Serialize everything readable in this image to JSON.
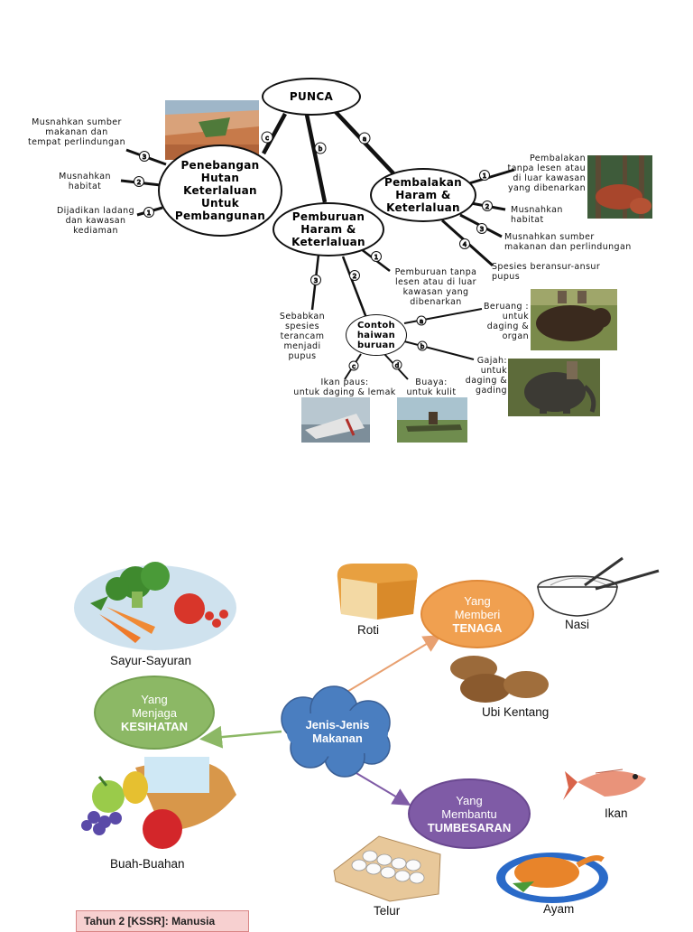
{
  "diagram1": {
    "root": "PUNCA",
    "branch_c": {
      "marker": "c",
      "title": "Penebangan\nHutan\nKeterlaluan\nUntuk\nPembangunan",
      "items": [
        {
          "num": "3",
          "text": "Musnahkan sumber\nmakanan dan\ntempat perlindungan"
        },
        {
          "num": "2",
          "text": "Musnahkan\nhabitat"
        },
        {
          "num": "1",
          "text": "Dijadikan ladang\ndan kawasan\nkediaman"
        }
      ]
    },
    "branch_b": {
      "marker": "b",
      "title": "Pemburuan\nHaram &\nKeterlaluan",
      "item1": {
        "num": "1",
        "text": "Pemburuan tanpa\nlesen atau di luar\nkawasan yang\ndibenarkan"
      },
      "item3": {
        "num": "3",
        "text": "Sebabkan\nspesies\nterancam\nmenjadi\npupus"
      },
      "item2": {
        "num": "2",
        "text": "Contoh\nhaiwan\nburuan"
      },
      "examples": [
        {
          "marker": "a",
          "text": "Beruang :\nuntuk\ndaging &\norgan"
        },
        {
          "marker": "b",
          "text": "Gajah:\nuntuk\ndaging &\ngading"
        },
        {
          "marker": "c",
          "text": "Ikan paus:\nuntuk daging & lemak"
        },
        {
          "marker": "d",
          "text": "Buaya:\nuntuk kulit"
        }
      ]
    },
    "branch_a": {
      "marker": "a",
      "title": "Pembalakan\nHaram &\nKeterlaluan",
      "items": [
        {
          "num": "1",
          "text": "Pembalakan\ntanpa lesen atau\ndi luar kawasan\nyang dibenarkan"
        },
        {
          "num": "2",
          "text": "Musnahkan\nhabitat"
        },
        {
          "num": "3",
          "text": "Musnahkan sumber\nmakanan dan perlindungan"
        },
        {
          "num": "4",
          "text": "Spesies beransur-ansur\npupus"
        }
      ]
    }
  },
  "diagram2": {
    "center": "Jenis-Jenis\nMakanan",
    "tenaga": {
      "line": "Yang\nMemberi",
      "bold": "TENAGA",
      "color": "#f0a050"
    },
    "kesihatan": {
      "line": "Yang\nMenjaga",
      "bold": "KESIHATAN",
      "color": "#8cb865"
    },
    "tumbesaran": {
      "line": "Yang\nMembantu",
      "bold": "TUMBESARAN",
      "color": "#7f5ba6"
    },
    "labels": {
      "roti": "Roti",
      "nasi": "Nasi",
      "ubi": "Ubi Kentang",
      "sayur": "Sayur-Sayuran",
      "buah": "Buah-Buahan",
      "ikan": "Ikan",
      "telur": "Telur",
      "ayam": "Ayam"
    },
    "caption": "Tahun 2 [KSSR]: Manusia"
  }
}
